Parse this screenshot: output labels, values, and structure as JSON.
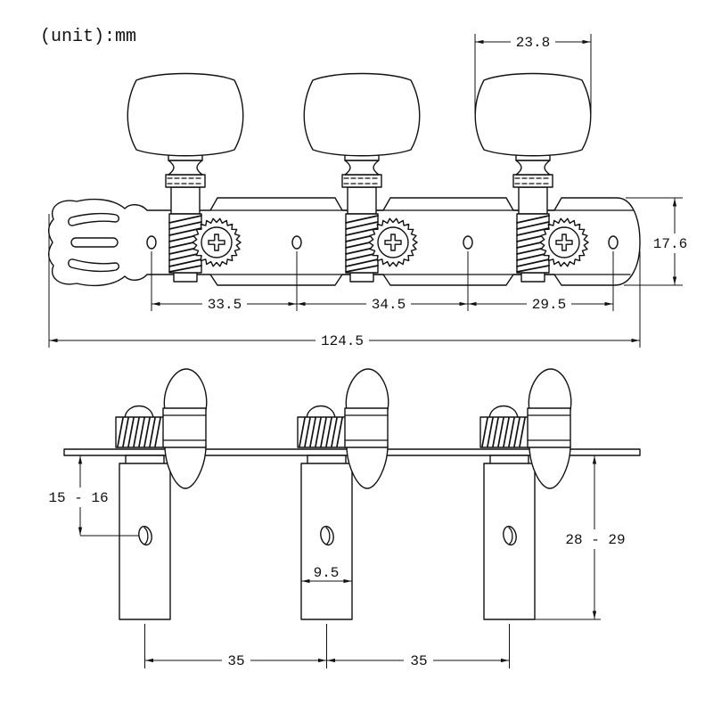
{
  "unit_note": "(unit):mm",
  "front_view": {
    "button_width": "23.8",
    "plate_width": "17.6",
    "hole_spacing": [
      "33.5",
      "34.5",
      "29.5"
    ],
    "total_length": "124.5"
  },
  "side_view": {
    "plate_to_hole": "15 - 16",
    "post_length": "28 - 29",
    "post_diameter": "9.5",
    "post_spacing": [
      "35",
      "35"
    ]
  }
}
